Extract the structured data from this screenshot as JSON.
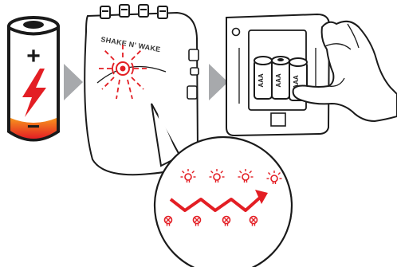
{
  "device": {
    "brand_label": "SHAKE N' WAKE",
    "alert_color": "#e31e24"
  },
  "battery": {
    "plus_symbol": "+",
    "minus_symbol": "−",
    "low_charge_color": "#f26522",
    "bolt_color": "#e31e24"
  },
  "flow_arrow_color": "#a7a9ac",
  "battery_pack": {
    "cells": [
      "AAA",
      "AAA",
      "AAA"
    ]
  },
  "zoom_detail": {
    "pattern": [
      "on",
      "off",
      "on",
      "off",
      "on",
      "off",
      "on",
      "off"
    ],
    "icons": [
      "bulb-on-icon",
      "bulb-off-icon"
    ]
  }
}
